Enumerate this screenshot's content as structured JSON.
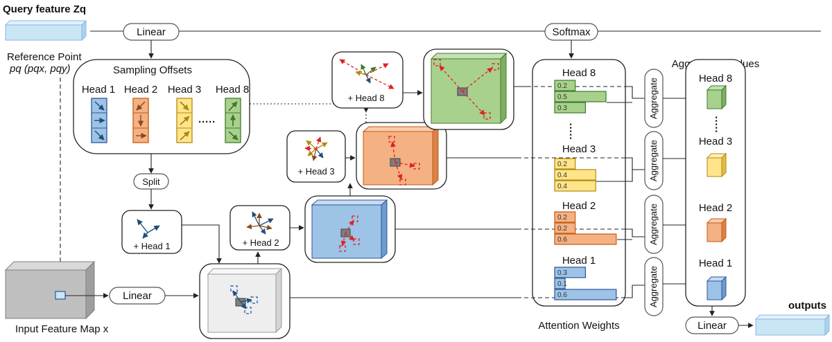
{
  "labels": {
    "query_feature": "Query feature Zq",
    "reference_point_title": "Reference Point",
    "reference_point_formula": "pq (pqx, pqy)",
    "sampling_offsets": "Sampling Offsets",
    "input_feature_map": "Input Feature Map x",
    "aggregated_values": "Aggregated Values",
    "attention_weights": "Attention Weights",
    "outputs": "outputs"
  },
  "ops": {
    "linear_top": "Linear",
    "softmax": "Softmax",
    "split": "Split",
    "linear_input": "Linear",
    "linear_output": "Linear",
    "aggregate": "Aggregate"
  },
  "head_columns": [
    "Head 1",
    "Head 2",
    "Head 3",
    "Head 8"
  ],
  "ellipsis": "·····",
  "stage_labels": [
    "+ Head 1",
    "+ Head 2",
    "+ Head 3",
    "+ Head 8"
  ],
  "attention_heads": [
    {
      "name": "Head 8",
      "weights": [
        "0.2",
        "0.5",
        "0.3"
      ],
      "fraction": [
        0.2,
        0.5,
        0.3
      ]
    },
    {
      "name": "Head 3",
      "weights": [
        "0.2",
        "0.4",
        "0.4"
      ],
      "fraction": [
        0.2,
        0.4,
        0.4
      ]
    },
    {
      "name": "Head 2",
      "weights": [
        "0.2",
        "0.2",
        "0.6"
      ],
      "fraction": [
        0.2,
        0.2,
        0.6
      ]
    },
    {
      "name": "Head 1",
      "weights": [
        "0.3",
        "0.1",
        "0.6"
      ],
      "fraction": [
        0.3,
        0.1,
        0.6
      ]
    }
  ],
  "aggregated_heads": [
    "Head 8",
    "Head 3",
    "Head 2",
    "Head 1"
  ],
  "colors": {
    "head1": "#9dc3e6",
    "head2": "#f4b183",
    "head3": "#ffe48a",
    "head8": "#a9d18e",
    "feature_map": "#bfbfbf",
    "sampled_map": "#eeeeee",
    "query_bar": "#c9e6f5",
    "offset_red": "#e02020",
    "outline_blue": "#2f5597"
  }
}
